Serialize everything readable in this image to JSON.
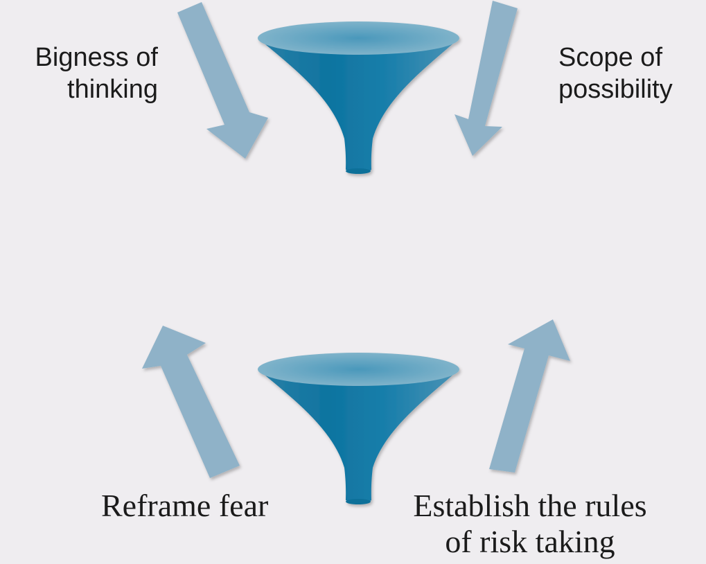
{
  "colors": {
    "background": "#efedf0",
    "arrow": "#8fb2c8",
    "funnel_dark": "#1a7ba3",
    "funnel_rim": "#6fa8c3"
  },
  "top_section": {
    "left_label": {
      "line1": "Bigness of",
      "line2": "thinking"
    },
    "right_label": {
      "line1": "Scope of",
      "line2": "possibility"
    }
  },
  "bottom_section": {
    "left_label": {
      "line1": "Reframe fear"
    },
    "right_label": {
      "line1": "Establish the rules",
      "line2": "of risk taking"
    }
  }
}
